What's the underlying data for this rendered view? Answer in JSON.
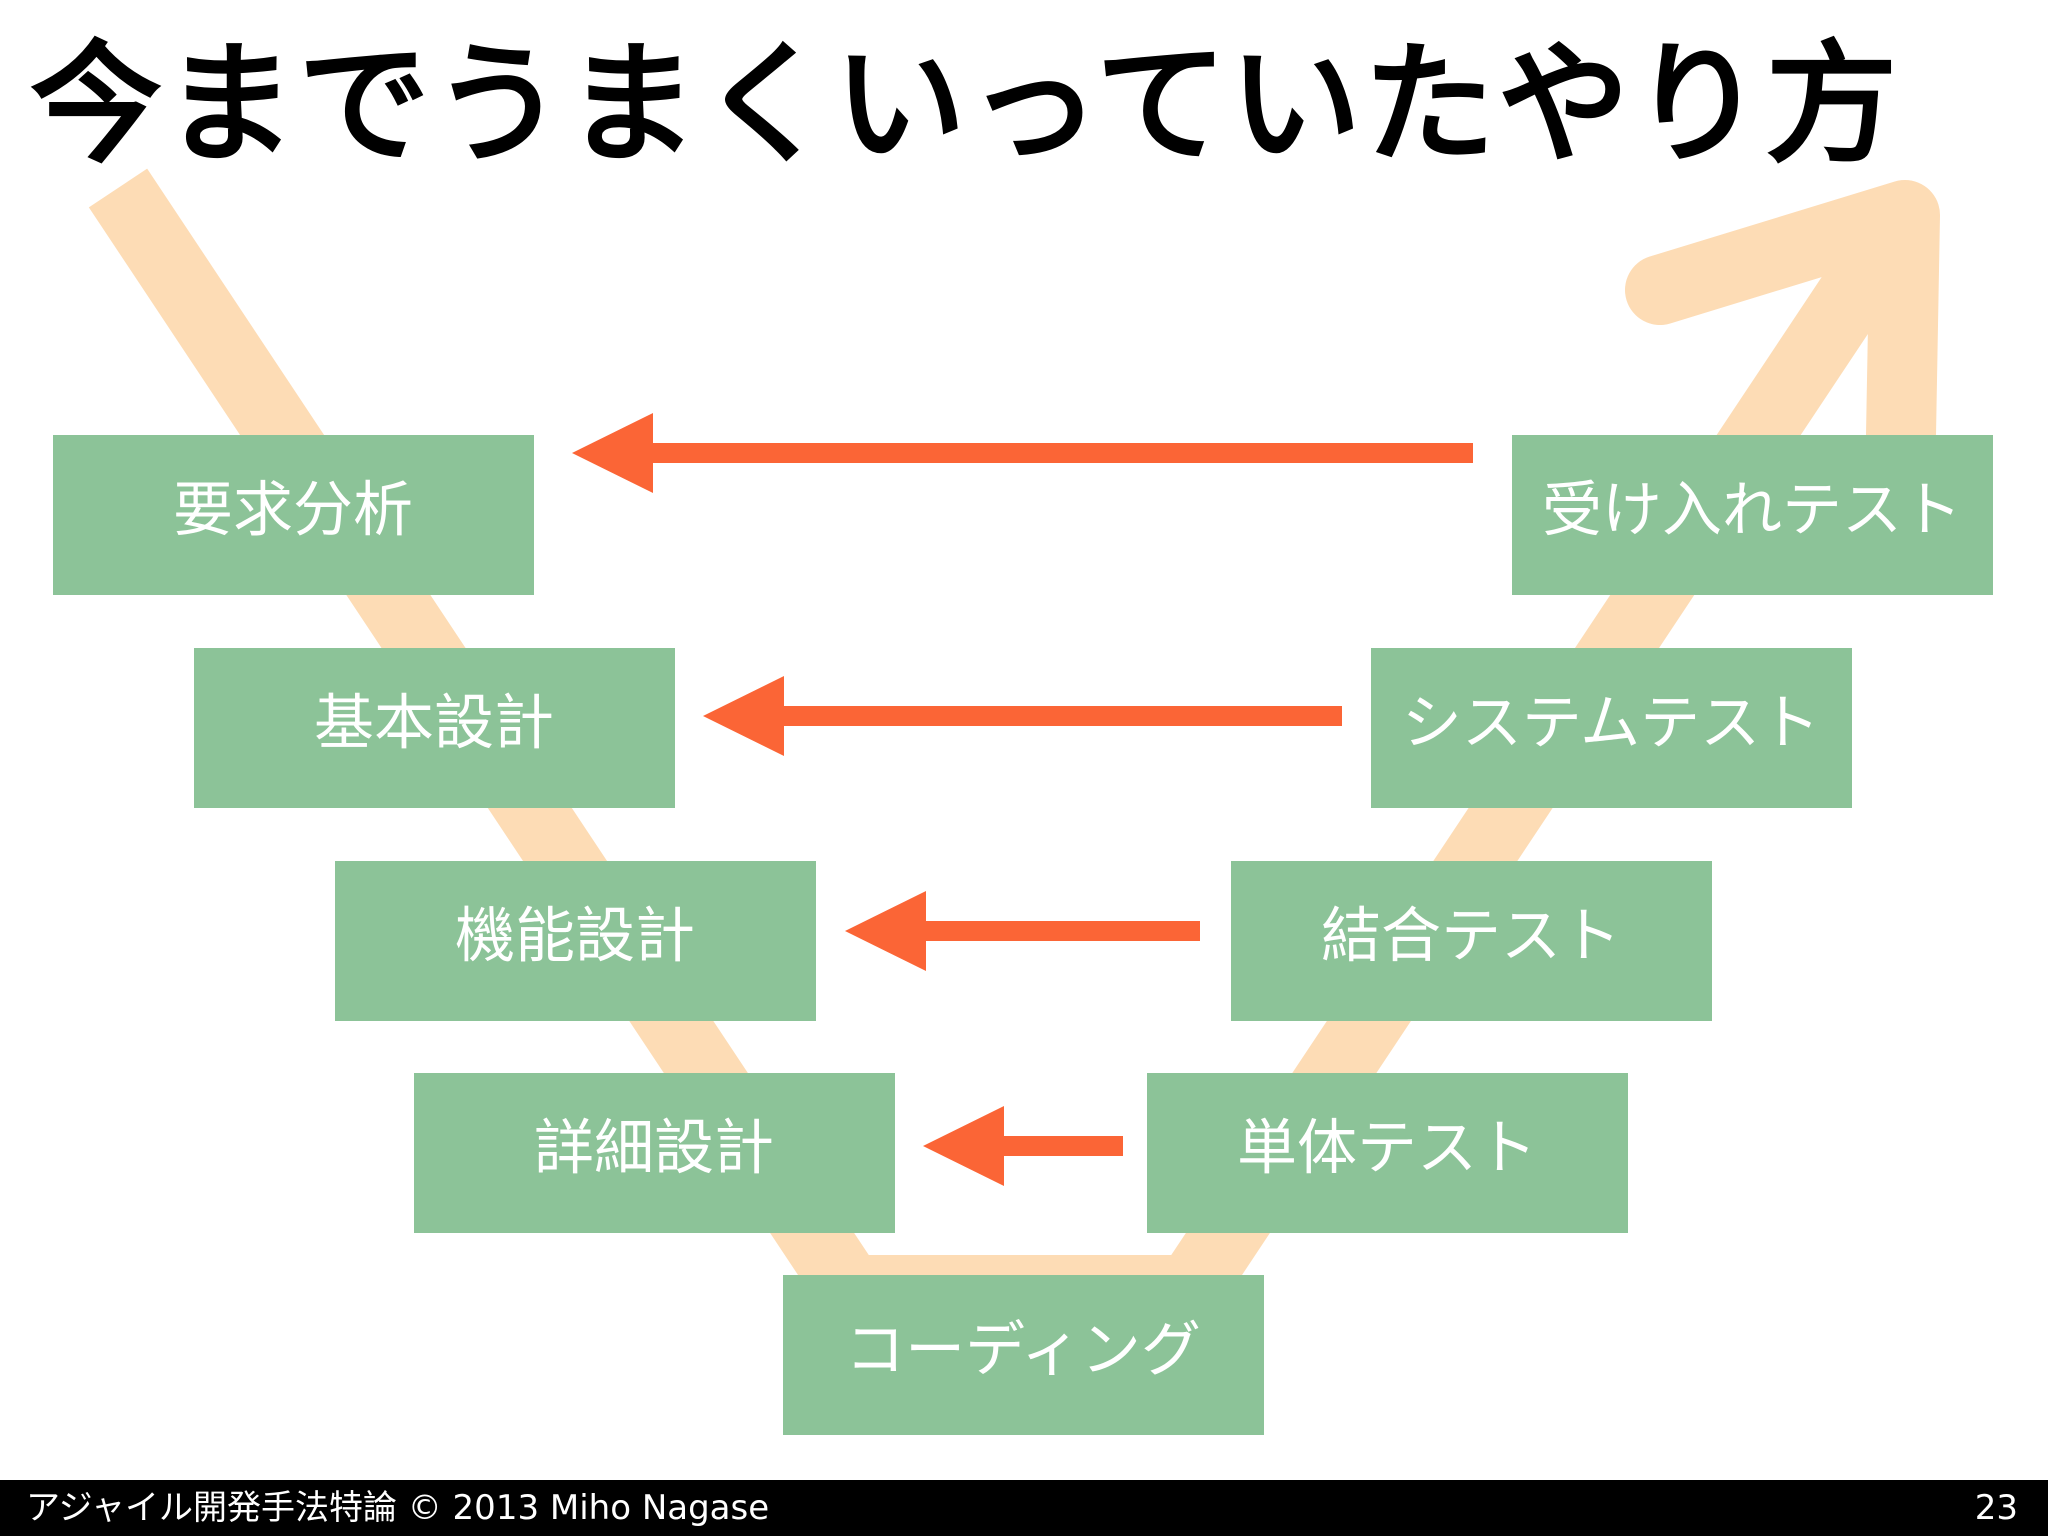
{
  "title": "今までうまくいっていたやり方",
  "left_boxes": [
    {
      "label": "要求分析"
    },
    {
      "label": "基本設計"
    },
    {
      "label": "機能設計"
    },
    {
      "label": "詳細設計"
    }
  ],
  "bottom_box": {
    "label": "コーディング"
  },
  "right_boxes": [
    {
      "label": "受け入れテスト"
    },
    {
      "label": "システムテスト"
    },
    {
      "label": "結合テスト"
    },
    {
      "label": "単体テスト"
    }
  ],
  "footer": {
    "text": "アジャイル開発手法特論 © 2013 Miho Nagase",
    "page_number": "23"
  },
  "colors": {
    "box_fill": "#8cc398",
    "arrow": "#fb6536",
    "v_path": "#fddcb5"
  }
}
